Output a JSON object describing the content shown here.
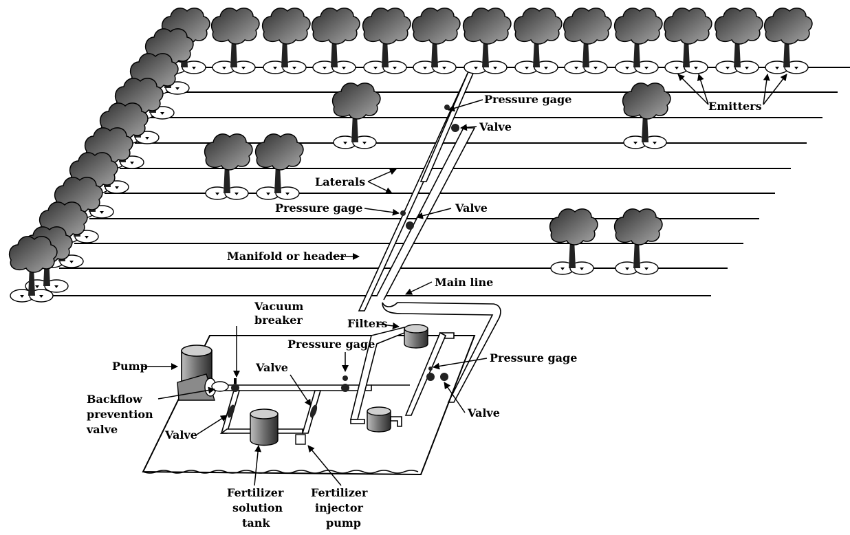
{
  "labels": {
    "emitters": "Emitters",
    "pressure_gage_top": "Pressure gage",
    "valve_top": "Valve",
    "laterals": "Laterals",
    "pressure_gage_mid": "Pressure gage",
    "valve_mid": "Valve",
    "manifold": "Manifold or header",
    "main_line": "Main line",
    "vacuum_breaker_1": "Vacuum",
    "vacuum_breaker_2": "breaker",
    "filters": "Filters",
    "pressure_gage_center": "Pressure gage",
    "pressure_gage_right": "Pressure gage",
    "pump": "Pump",
    "valve_center": "Valve",
    "backflow_1": "Backflow",
    "backflow_2": "prevention",
    "backflow_3": "valve",
    "valve_left": "Valve",
    "valve_right": "Valve",
    "fert_tank_1": "Fertilizer",
    "fert_tank_2": "solution",
    "fert_tank_3": "tank",
    "fert_pump_1": "Fertilizer",
    "fert_pump_2": "injector",
    "fert_pump_3": "pump"
  },
  "colors": {
    "tree_dark": "#3a3a3a",
    "tree_light": "#9a9a9a",
    "ink": "#000000"
  }
}
